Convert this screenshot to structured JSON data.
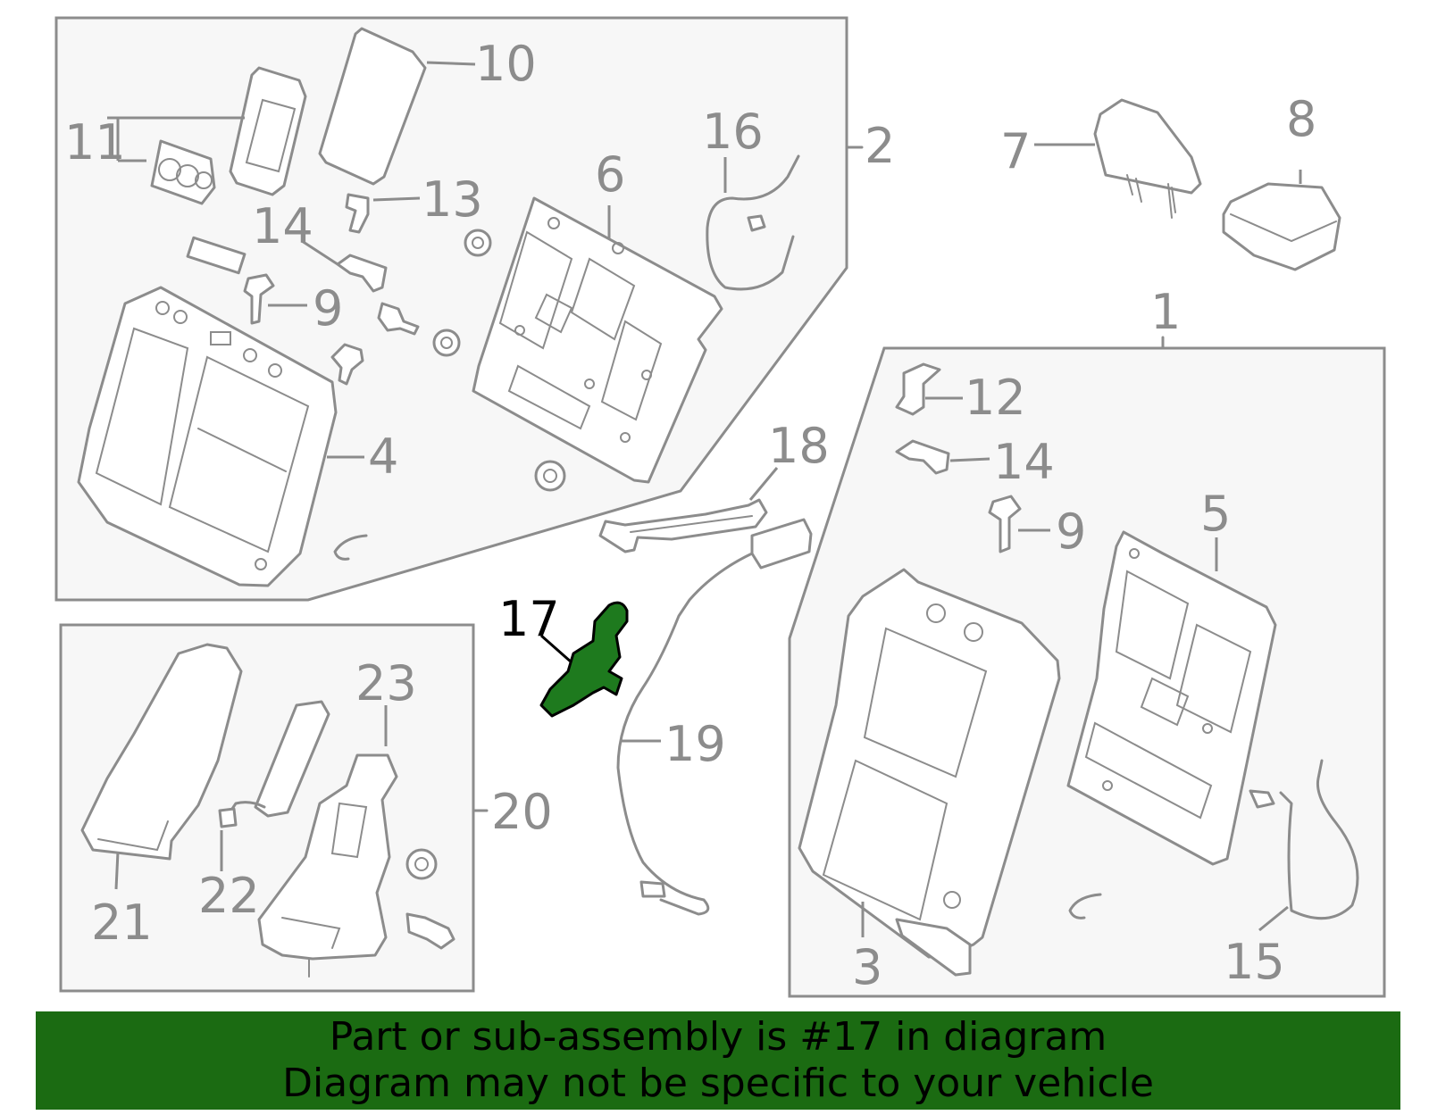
{
  "diagram": {
    "highlighted_part": "17",
    "highlight_color": "#1e7a1e",
    "line_color": "#8c8c8c",
    "panel_fill": "#f7f7f7",
    "callouts": {
      "c1": "1",
      "c2": "2",
      "c3": "3",
      "c4": "4",
      "c5": "5",
      "c6": "6",
      "c7": "7",
      "c8": "8",
      "c9a": "9",
      "c9b": "9",
      "c10": "10",
      "c11": "11",
      "c12": "12",
      "c13": "13",
      "c14a": "14",
      "c14b": "14",
      "c15": "15",
      "c16": "16",
      "c17": "17",
      "c18": "18",
      "c19": "19",
      "c20": "20",
      "c21": "21",
      "c22": "22",
      "c23": "23"
    }
  },
  "banner": {
    "background": "#1b6b12",
    "line1": "Part or sub-assembly is #17 in diagram",
    "line2": "Diagram may not be specific to your vehicle"
  }
}
